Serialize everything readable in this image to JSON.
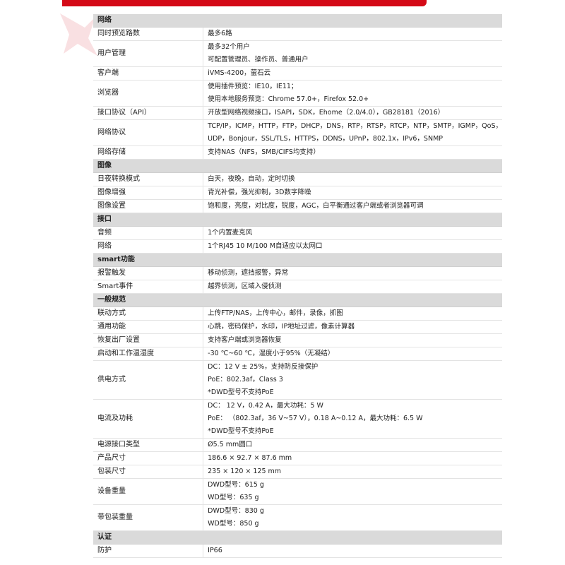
{
  "sections": [
    {
      "title": "网络",
      "rows": [
        {
          "label": "同时预览路数",
          "value": [
            "最多6路"
          ]
        },
        {
          "label": "用户管理",
          "value": [
            "最多32个用户",
            "可配置管理员、操作员、普通用户"
          ]
        },
        {
          "label": "客户端",
          "value": [
            "iVMS-4200，萤石云"
          ]
        },
        {
          "label": "浏览器",
          "value": [
            "使用插件预览：IE10，IE11；",
            "使用本地服务预览：Chrome 57.0+，Firefox 52.0+"
          ]
        },
        {
          "label": "接口协议（API）",
          "value": [
            "开放型网络视频接口，ISAPI，SDK，Ehome（2.0/4.0），GB28181（2016）"
          ]
        },
        {
          "label": "网络协议",
          "value": [
            "TCP/IP，ICMP，HTTP，FTP，DHCP，DNS，RTP，RTSP，RTCP，NTP，SMTP，IGMP，QoS，",
            "UDP，Bonjour，SSL/TLS，HTTPS，DDNS，UPnP，802.1x，IPv6，SNMP"
          ]
        },
        {
          "label": "网络存储",
          "value": [
            "支持NAS（NFS，SMB/CIFS均支持）"
          ]
        }
      ]
    },
    {
      "title": "图像",
      "rows": [
        {
          "label": "日夜转换模式",
          "value": [
            "白天，夜晚，自动，定时切换"
          ]
        },
        {
          "label": "图像增强",
          "value": [
            "背光补偿，强光抑制，3D数字降噪"
          ]
        },
        {
          "label": "图像设置",
          "value": [
            "饱和度，亮度，对比度，锐度，AGC，白平衡通过客户端或者浏览器可调"
          ]
        }
      ]
    },
    {
      "title": "接口",
      "rows": [
        {
          "label": "音频",
          "value": [
            "1个内置麦克风"
          ]
        },
        {
          "label": "网络",
          "value": [
            "1个RJ45 10 M/100 M自适应以太网口"
          ]
        }
      ]
    },
    {
      "title": "smart功能",
      "rows": [
        {
          "label": "报警触发",
          "value": [
            "移动侦测，遮挡报警，异常"
          ]
        },
        {
          "label": "Smart事件",
          "value": [
            "越界侦测，区域入侵侦测"
          ]
        }
      ]
    },
    {
      "title": "一般规范",
      "rows": [
        {
          "label": "联动方式",
          "value": [
            "上传FTP/NAS，上传中心，邮件，录像，抓图"
          ]
        },
        {
          "label": "通用功能",
          "value": [
            "心跳，密码保护，水印，IP地址过滤，像素计算器"
          ]
        },
        {
          "label": "恢复出厂设置",
          "value": [
            "支持客户端或浏览器恢复"
          ]
        },
        {
          "label": "启动和工作温湿度",
          "value": [
            "-30 ℃~60 ℃，湿度小于95%（无凝结）"
          ]
        },
        {
          "label": "供电方式",
          "value": [
            "DC：12 V ± 25%，支持防反接保护",
            "PoE：802.3af，Class 3",
            "*DWD型号不支持PoE"
          ]
        },
        {
          "label": "电流及功耗",
          "value": [
            "DC：  12 V，0.42 A，最大功耗：5 W",
            "PoE： （802.3af，36 V~57 V），0.18 A~0.12 A，最大功耗：6.5 W",
            "*DWD型号不支持PoE"
          ]
        },
        {
          "label": "电源接口类型",
          "value": [
            "Ø5.5 mm圆口"
          ]
        },
        {
          "label": "产品尺寸",
          "value": [
            "186.6 × 92.7 × 87.6 mm"
          ]
        },
        {
          "label": "包装尺寸",
          "value": [
            "235 × 120 × 125 mm"
          ]
        },
        {
          "label": "设备重量",
          "value": [
            "DWD型号：615 g",
            "WD型号：635 g"
          ]
        },
        {
          "label": "带包装重量",
          "value": [
            "DWD型号：830 g",
            "WD型号：850 g"
          ]
        }
      ]
    },
    {
      "title": "认证",
      "rows": [
        {
          "label": "防护",
          "value": [
            "IP66"
          ]
        }
      ]
    }
  ],
  "colors": {
    "brand": "#d40a17",
    "section_bg": "#dadada"
  }
}
